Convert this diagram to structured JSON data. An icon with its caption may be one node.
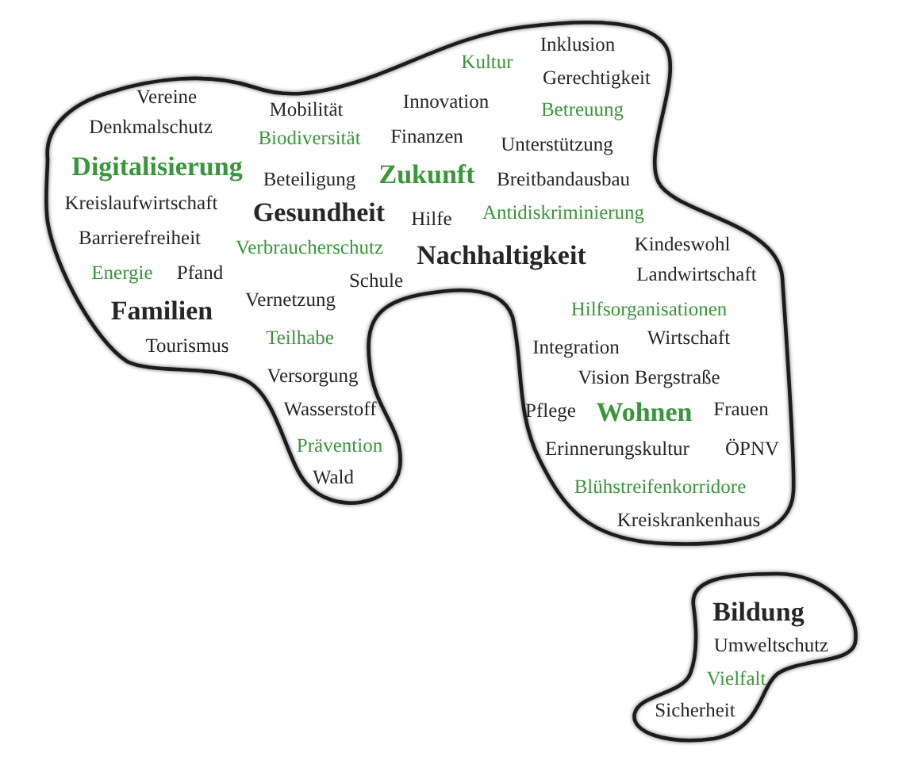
{
  "diagram": {
    "nodes": [
      {
        "text": [
          "Inklusion",
          "Kultur",
          "Gerechtigkeit",
          "Vereine",
          "Mobilität",
          "Innovation",
          "Betreuung",
          "Denkmalschutz",
          "Biodiversität",
          "Finanzen",
          "Unterstützung",
          "Digitalisierung",
          "Beteiligung",
          "Zukunft",
          "Breitbandausbau",
          "Kreislaufwirtschaft",
          "Gesundheit",
          "Hilfe",
          "Antidiskriminierung",
          "Barrierefreiheit",
          "Verbraucherschutz",
          "Nachhaltigkeit",
          "Kindeswohl",
          "Energie",
          "Pfand",
          "Schule",
          "Landwirtschaft",
          "Familien",
          "Vernetzung",
          "Hilfsorganisationen",
          "Tourismus",
          "Teilhabe",
          "Integration",
          "Wirtschaft",
          "Versorgung",
          "Vision Bergstraße",
          "Wasserstoff",
          "Pflege",
          "Wohnen",
          "Frauen",
          "Prävention",
          "Erinnerungskultur",
          "ÖPNV",
          "Wald",
          "Blühstreifenkorridore",
          "Kreiskrankenhaus"
        ]
      },
      {
        "text": [
          "Bildung",
          "Umweltschutz",
          "Vielfalt",
          "Sicherheit"
        ]
      }
    ]
  }
}
